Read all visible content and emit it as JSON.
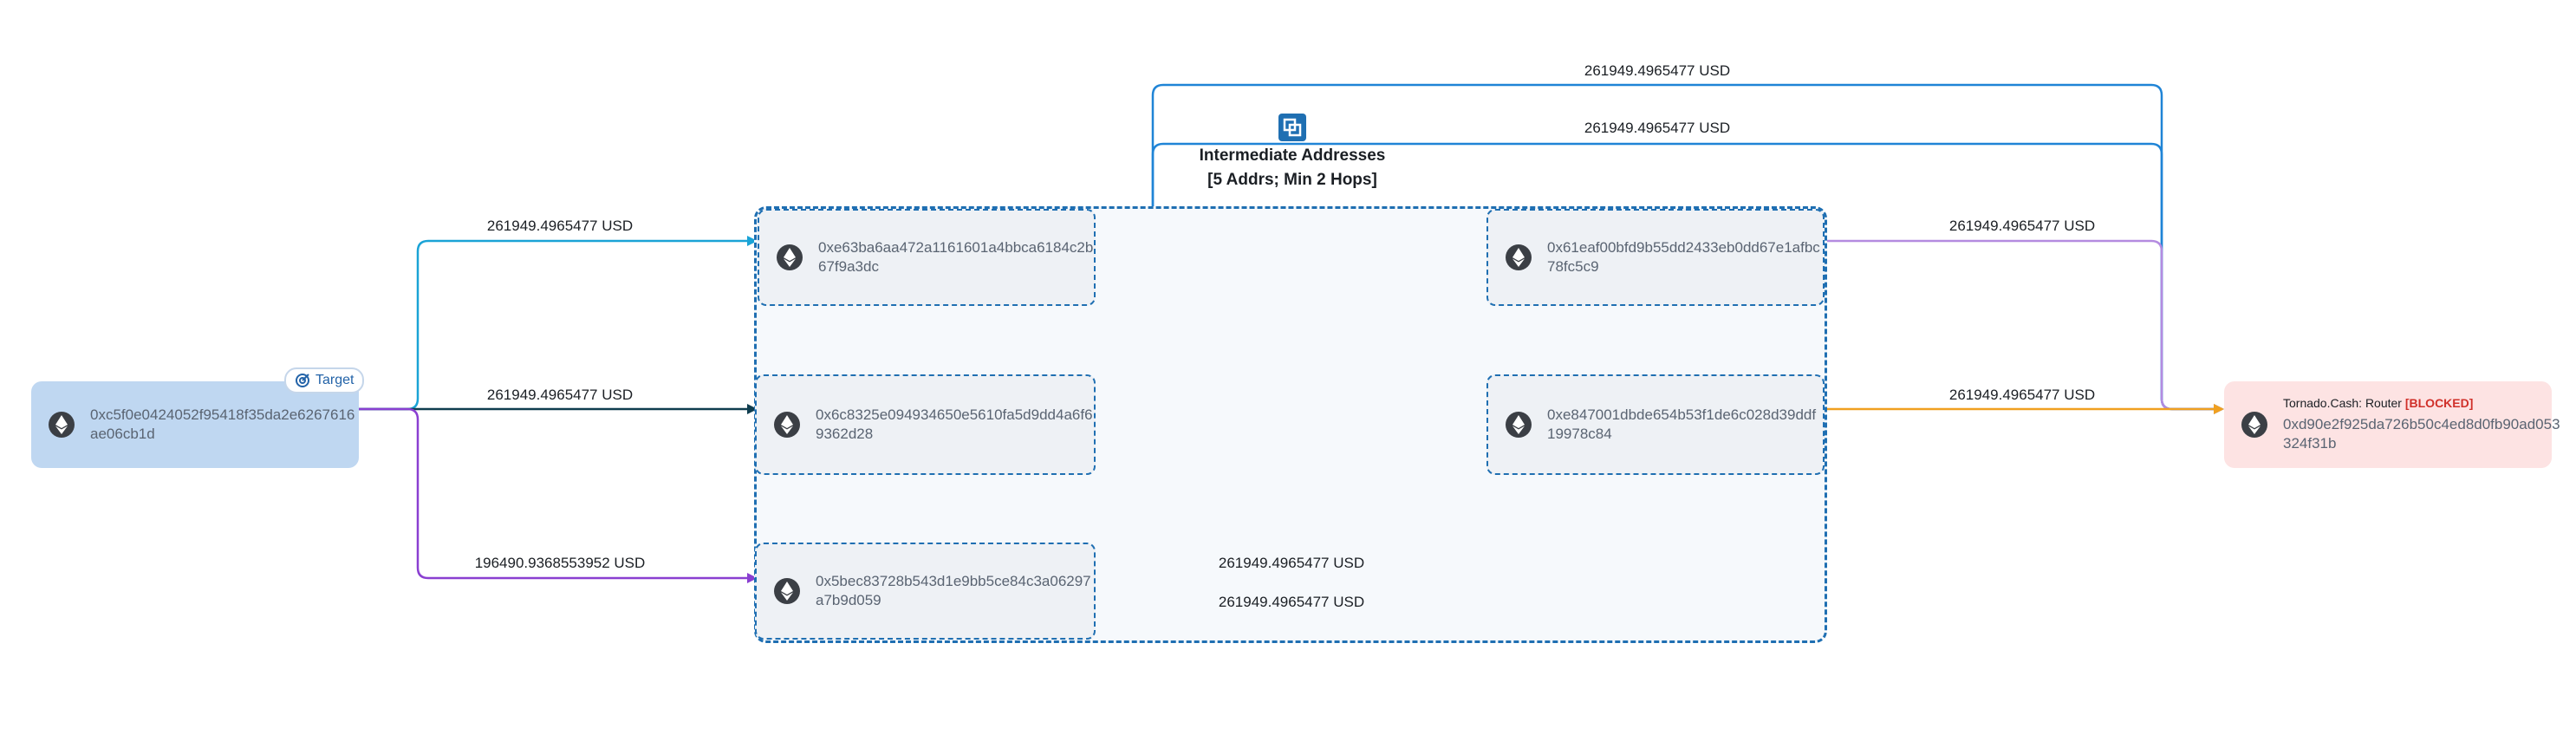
{
  "target": {
    "tag": "Target",
    "address": "0xc5f0e0424052f95418f35da2e6267616ae06cb1d"
  },
  "group": {
    "title": "Intermediate Addresses",
    "subtitle": "[5 Addrs; Min 2 Hops]",
    "nodes": [
      {
        "address": "0xe63ba6aa472a1161601a4bbca6184c2b67f9a3dc"
      },
      {
        "address": "0x6c8325e094934650e5610fa5d9dd4a6f69362d28"
      },
      {
        "address": "0x5bec83728b543d1e9bb5ce84c3a06297a7b9d059"
      },
      {
        "address": "0x61eaf00bfd9b55dd2433eb0dd67e1afbc78fc5c9"
      },
      {
        "address": "0xe847001dbde654b53f1de6c028d39ddf19978c84"
      }
    ]
  },
  "destination": {
    "name": "Tornado.Cash: Router",
    "status": "[BLOCKED]",
    "address": "0xd90e2f925da726b50c4ed8d0fb90ad053324f31b"
  },
  "edges": [
    {
      "label": "261949.4965477 USD",
      "color": "#1aa3d6"
    },
    {
      "label": "261949.4965477 USD",
      "color": "#0f3d4f"
    },
    {
      "label": "196490.9368553952 USD",
      "color": "#8a3fd1"
    },
    {
      "label": "261949.4965477 USD",
      "color": "#1f84d6"
    },
    {
      "label": "261949.4965477 USD",
      "color": "#1f84d6"
    },
    {
      "label": "261949.4965477 USD",
      "color": "#8a3fd1"
    },
    {
      "label": "261949.4965477 USD",
      "color": "#8a3fd1"
    },
    {
      "label": "261949.4965477 USD",
      "color": "#b48be0"
    },
    {
      "label": "261949.4965477 USD",
      "color": "#f0a020"
    }
  ]
}
